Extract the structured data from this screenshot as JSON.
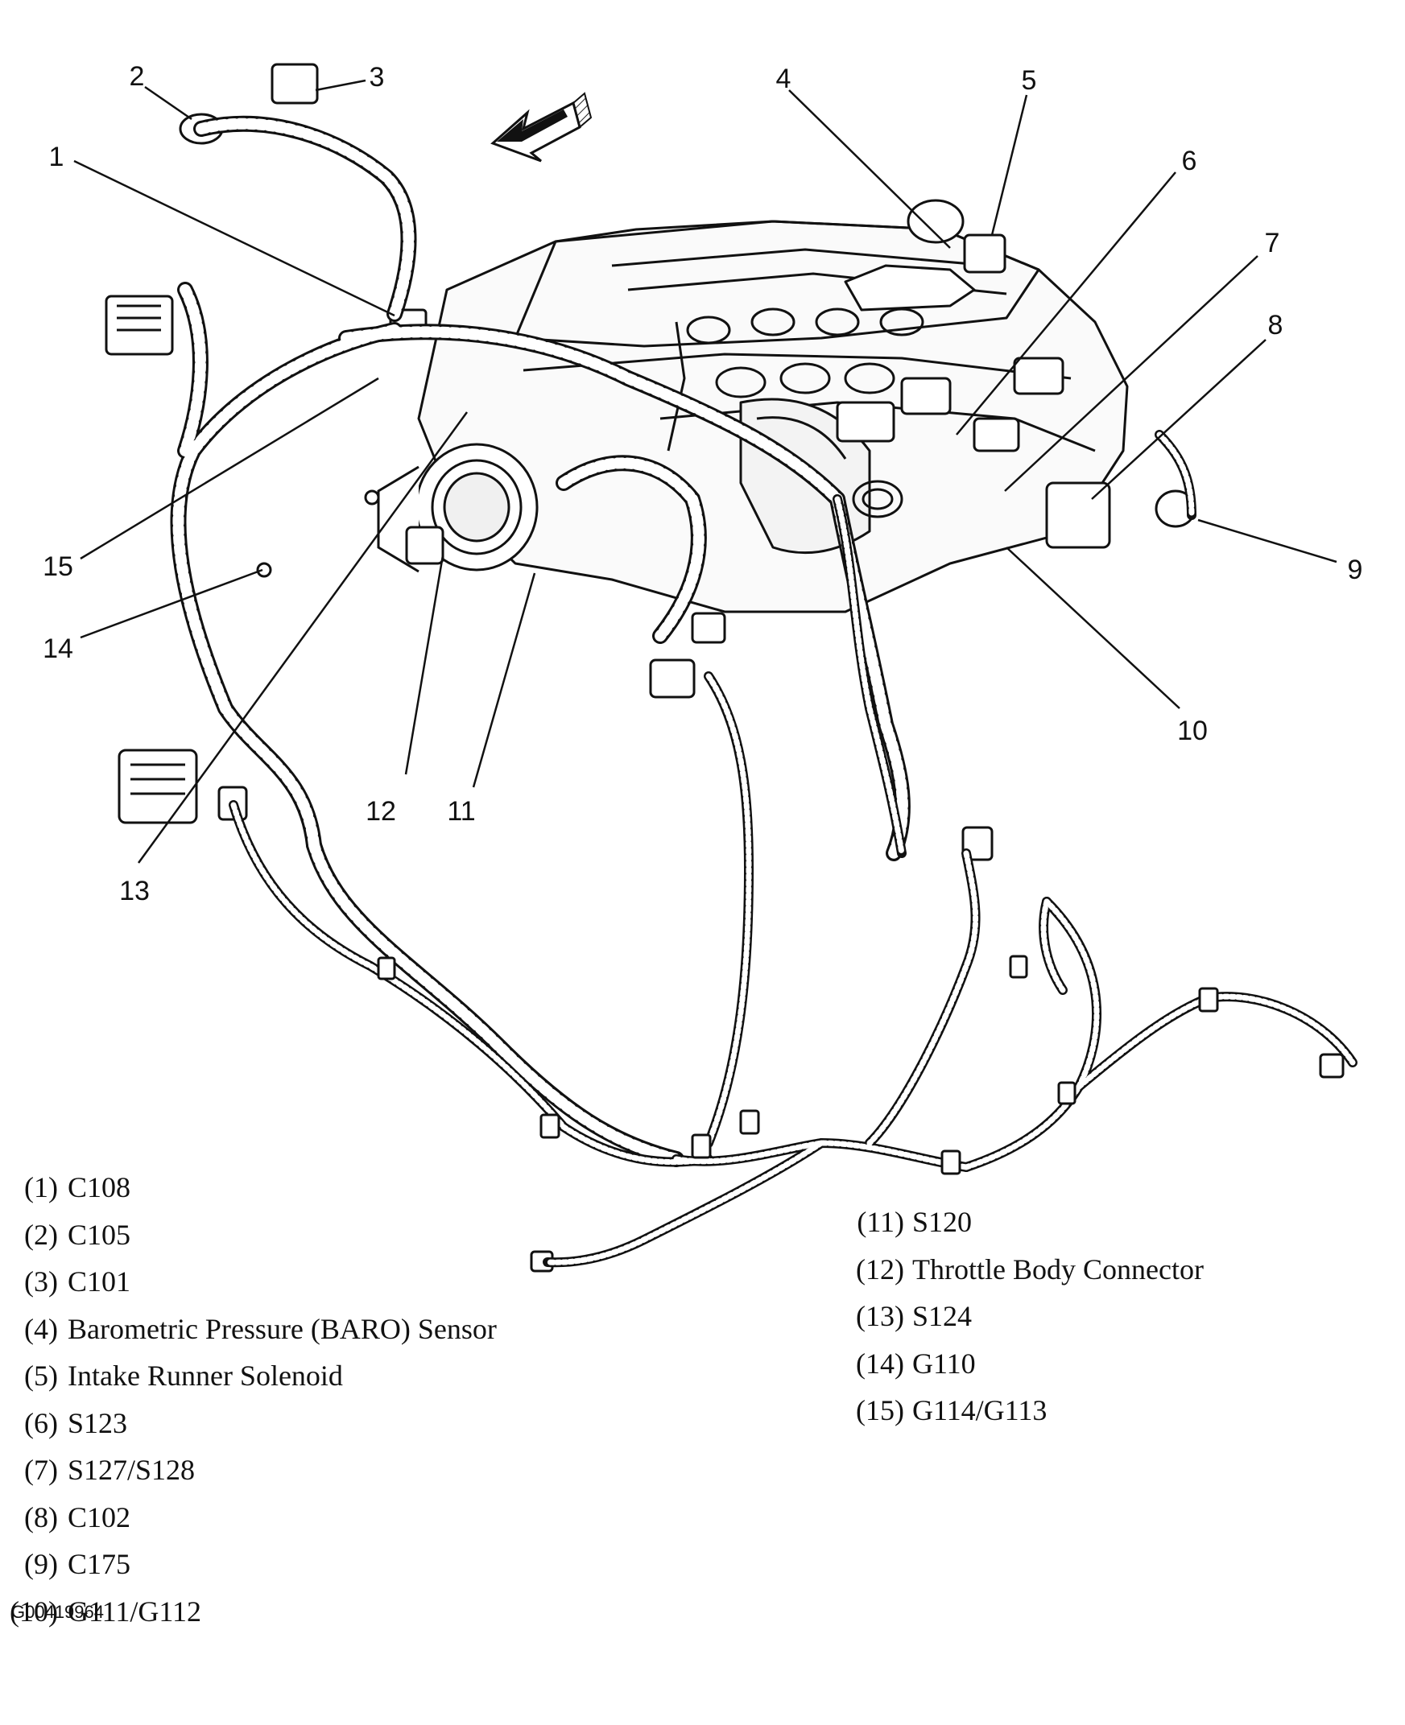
{
  "callouts": [
    "1",
    "2",
    "3",
    "4",
    "5",
    "6",
    "7",
    "8",
    "9",
    "10",
    "11",
    "12",
    "13",
    "14",
    "15"
  ],
  "legend": {
    "left": [
      {
        "num": "(1)",
        "text": "C108"
      },
      {
        "num": "(2)",
        "text": "C105"
      },
      {
        "num": "(3)",
        "text": "C101"
      },
      {
        "num": "(4)",
        "text": "Barometric Pressure (BARO) Sensor"
      },
      {
        "num": "(5)",
        "text": "Intake Runner Solenoid"
      },
      {
        "num": "(6)",
        "text": "S123"
      },
      {
        "num": "(7)",
        "text": "S127/S128"
      },
      {
        "num": "(8)",
        "text": "C102"
      },
      {
        "num": "(9)",
        "text": "C175"
      },
      {
        "num": "(10)",
        "text": "G111/G112"
      }
    ],
    "right": [
      {
        "num": "(11)",
        "text": "S120"
      },
      {
        "num": "(12)",
        "text": "Throttle Body Connector"
      },
      {
        "num": "(13)",
        "text": "S124"
      },
      {
        "num": "(14)",
        "text": "G110"
      },
      {
        "num": "(15)",
        "text": "G114/G113"
      }
    ]
  },
  "figure_id": "G00419964"
}
